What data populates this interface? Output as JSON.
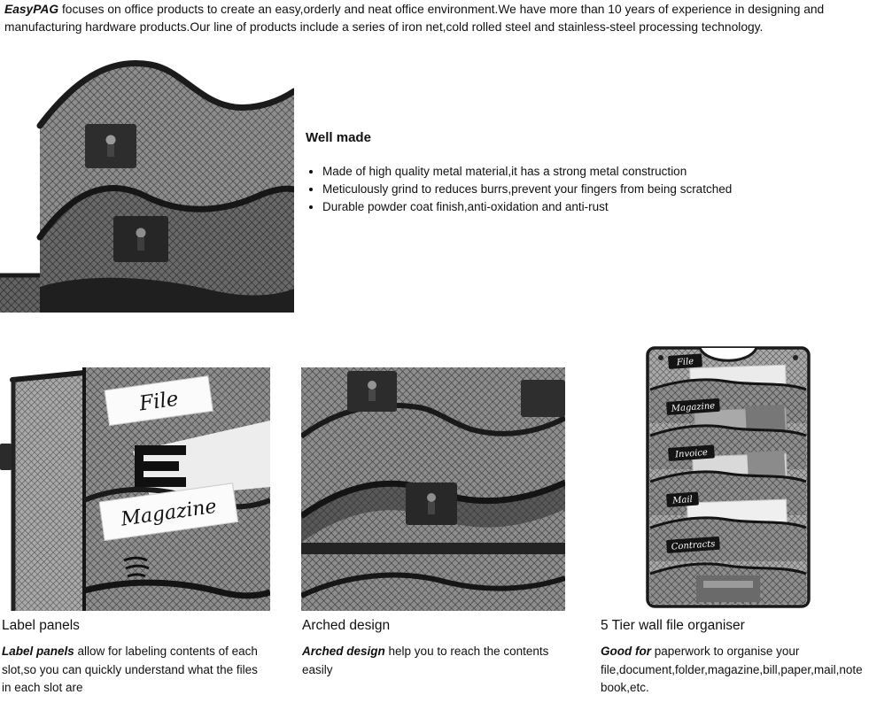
{
  "intro": {
    "brand": "EasyPAG",
    "rest": " focuses on office products to create an easy,orderly and neat office environment.We have more than 10 years of experience in designing and manufacturing hardware products.Our line of products include a series of iron net,cold rolled steel and stainless-steel processing technology."
  },
  "well_made": {
    "title": "Well made",
    "bullets": [
      "Made of high quality metal material,it has a strong metal construction",
      "Meticulously grind to reduces burrs,prevent your fingers from being scratched",
      "Durable powder coat finish,anti-oxidation and anti-rust"
    ]
  },
  "features": [
    {
      "title": "Label panels",
      "lead": "Label panels",
      "rest": " allow for labeling contents of each slot,so you can quickly understand what the files in each slot are",
      "image_labels": [
        "File",
        "Magazine"
      ]
    },
    {
      "title": "Arched design",
      "lead": "Arched design",
      "rest": " help you to reach the contents easily"
    },
    {
      "title": "5 Tier wall file organiser",
      "lead": "Good for",
      "rest": " paperwork to organise your file,document,folder,magazine,bill,paper,mail,notebook,etc.",
      "tier_labels": [
        "File",
        "Magazine",
        "Invoice",
        "Mail",
        "Contracts"
      ]
    }
  ],
  "colors": {
    "mesh_light": "#a8a8a8",
    "mesh_mid": "#8d8d8d",
    "mesh_dark": "#636363",
    "frame_black": "#1a1a1a",
    "text": "#0f1111"
  }
}
